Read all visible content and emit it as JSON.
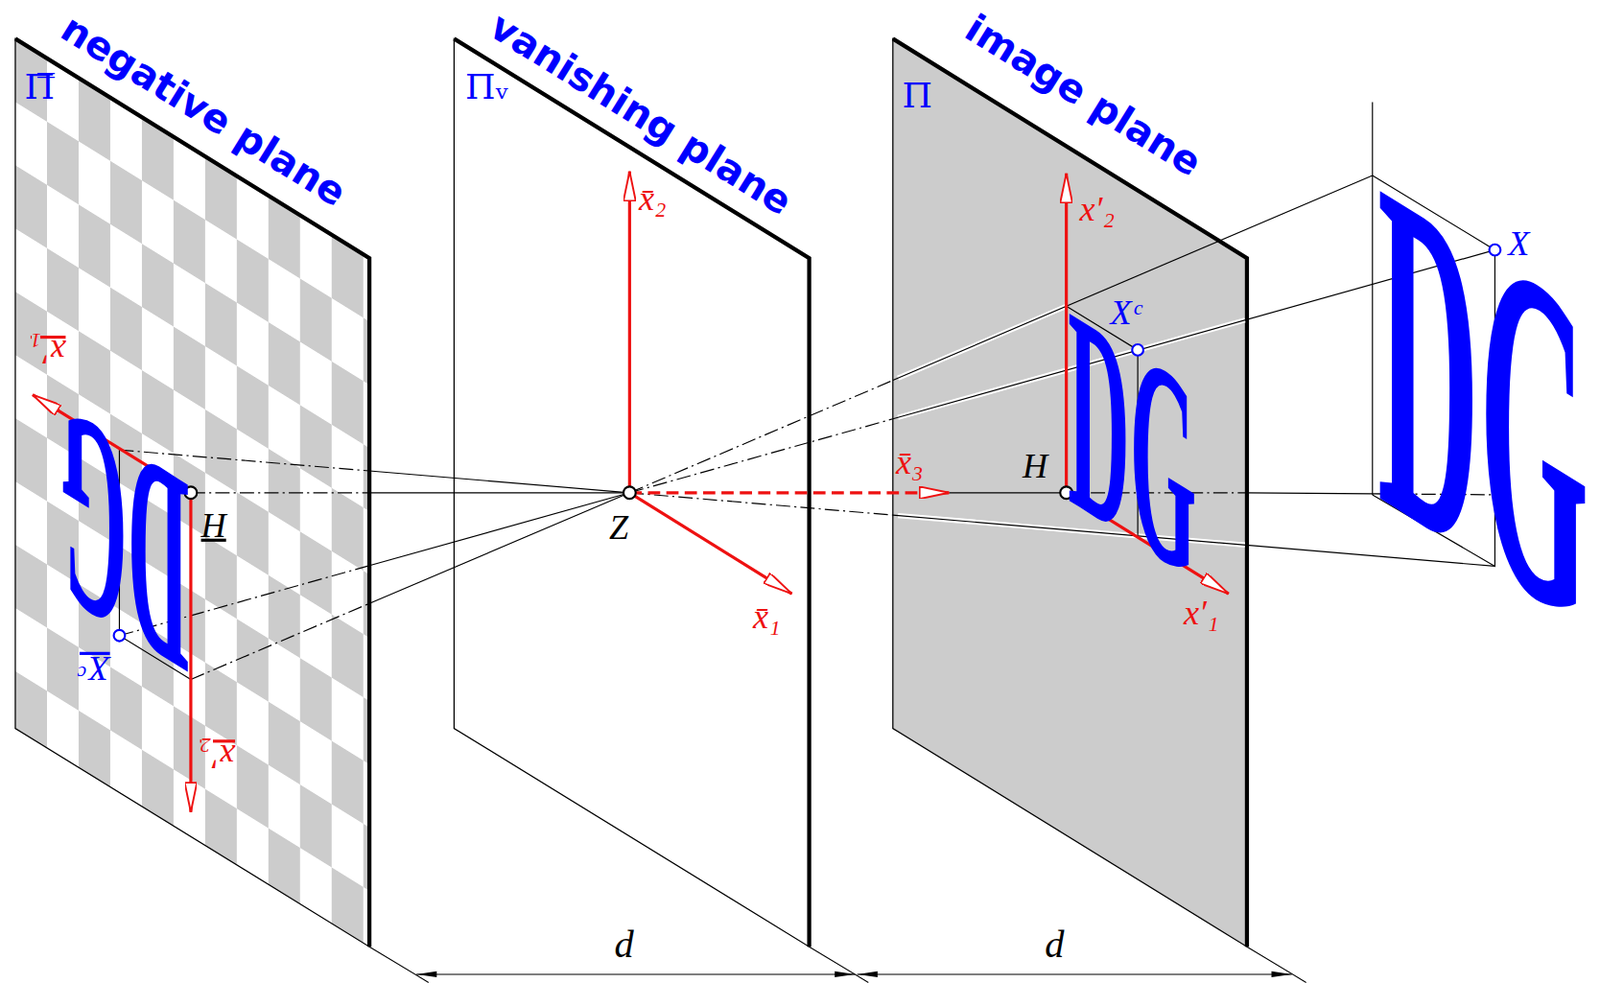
{
  "diagram": {
    "labels": [
      "negative plane",
      "vanishing plane",
      "image plane",
      "Π̿",
      "Πᵥ",
      "Π",
      "x̄₂",
      "x̄₁",
      "x̄₃",
      "Z",
      "H",
      "H",
      "x′₂",
      "x′₁",
      "Xᶜ",
      "X",
      "x′₁",
      "x′₂",
      "Xᶜ",
      "d",
      "d",
      "DG",
      "DG",
      "DG"
    ]
  }
}
